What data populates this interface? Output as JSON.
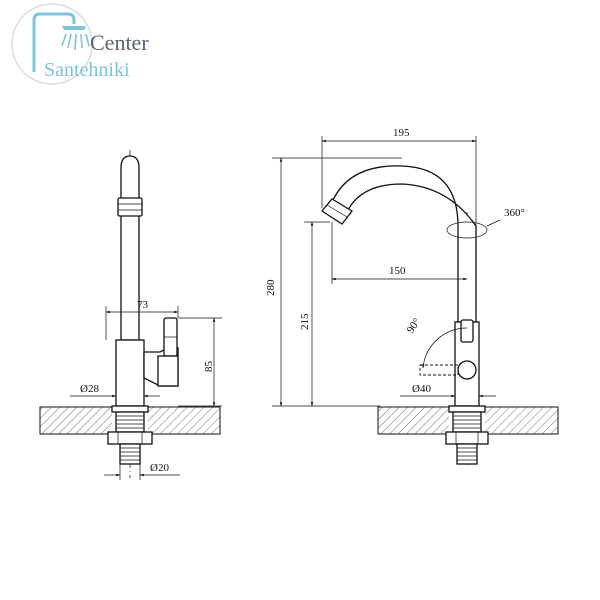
{
  "logo": {
    "line1": "Center",
    "line2": "Santehniki",
    "brand_gray": "#5a6470",
    "brand_blue": "#7cc3dc"
  },
  "dimensions": {
    "spout_width": "195",
    "rotation": "360°",
    "total_height": "280",
    "spout_height": "215",
    "spout_reach": "150",
    "lever_angle": "90°",
    "base_diameter_front": "Ø40",
    "handle_offset": "73",
    "handle_height": "85",
    "base_diameter_side": "Ø28",
    "thread_diameter": "Ø20"
  }
}
